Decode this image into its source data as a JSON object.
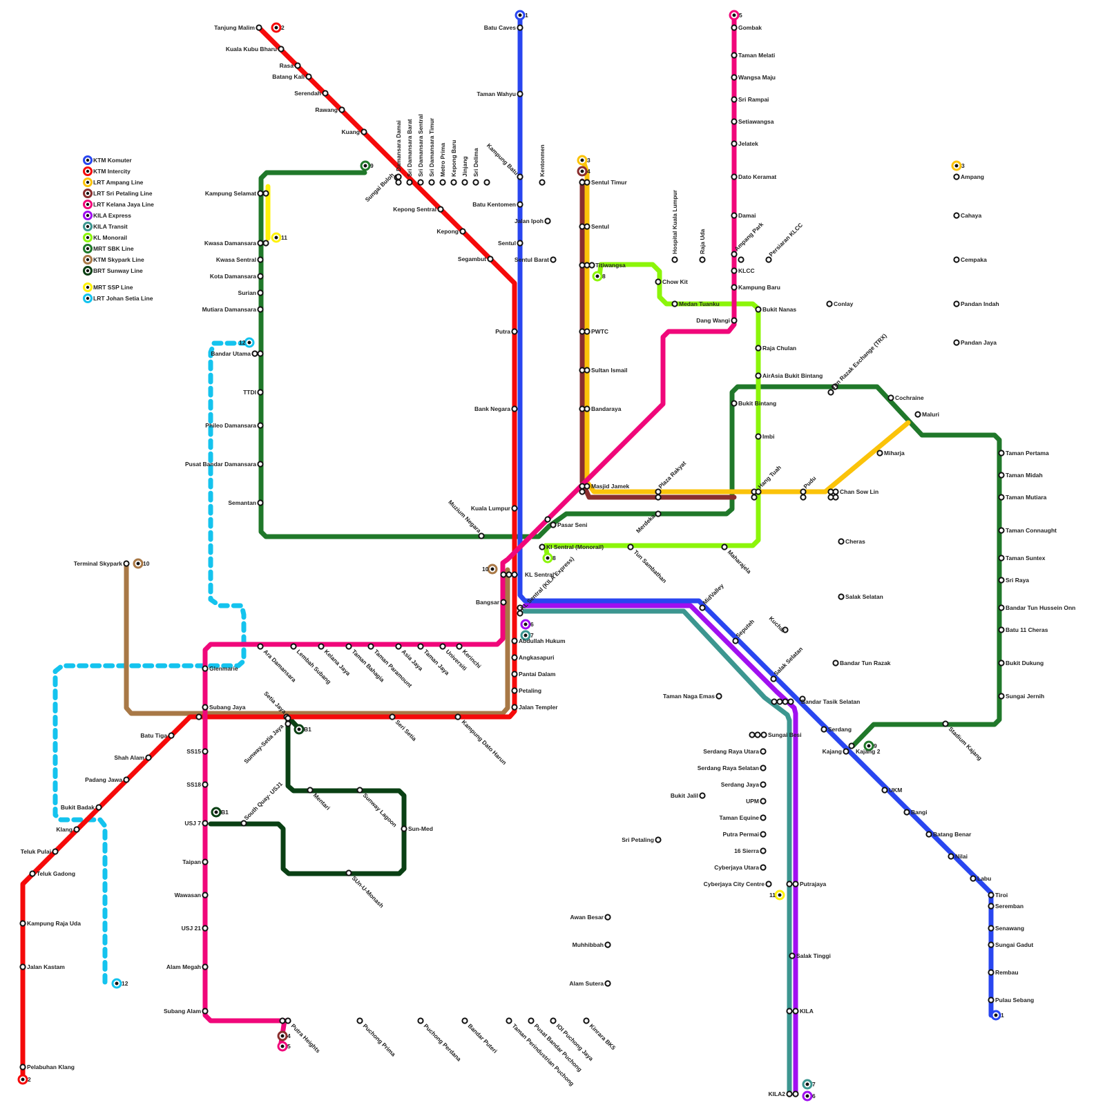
{
  "legend": [
    {
      "label": "KTM Komuter",
      "color": "#2946f0"
    },
    {
      "label": "KTM Intercity",
      "color": "#f50a0a"
    },
    {
      "label": "LRT Ampang Line",
      "color": "#fbc30a"
    },
    {
      "label": "LRT Sri Petaling Line",
      "color": "#8a2e2e"
    },
    {
      "label": "LRT Kelana Jaya Line",
      "color": "#f0077a"
    },
    {
      "label": "KILA Express",
      "color": "#a00ff0"
    },
    {
      "label": "KILA Transit",
      "color": "#3c9690"
    },
    {
      "label": "KL Monorail",
      "color": "#8cf50a"
    },
    {
      "label": "MRT SBK Line",
      "color": "#20782a"
    },
    {
      "label": "KTM Skypark Line",
      "color": "#a87846"
    },
    {
      "label": "BRT Sunway Line",
      "color": "#0a4014"
    },
    {
      "label": "MRT SSP Line",
      "color": "#fff20a"
    },
    {
      "label": "LRT Johan Setia Line",
      "color": "#14c3ee"
    }
  ],
  "terminals": {
    "komuter_top": "1",
    "komuter_bottom": "1",
    "intercity_top": "2",
    "intercity_bottom": "2",
    "ampang_a": "3",
    "ampang_b": "3",
    "sripetaling_a": "4",
    "sripetaling_b": "4",
    "kelana_top": "5",
    "kelana_bottom": "5",
    "kila_ex_a": "6",
    "kila_ex_b": "6",
    "kila_tr_a": "7",
    "kila_tr_b": "7",
    "mono_a": "8",
    "mono_b": "8",
    "sbk_a": "9",
    "sbk_b": "9",
    "skypark_a": "10",
    "skypark_b": "10",
    "brt_a": "B1",
    "brt_b": "B1",
    "ssp_a": "11",
    "ssp_b": "11",
    "js_a": "12",
    "js_b": "12"
  },
  "stations": {
    "tanjung_malim": "Tanjung Malim",
    "kuala_kubu_bharu": "Kuala Kubu Bharu",
    "rasa": "Rasa",
    "batang_kali": "Batang Kali",
    "serendah": "Serendah",
    "rawang": "Rawang",
    "kuang": "Kuang",
    "sungai_buloh": "Sungai Buloh",
    "kepong_sentral": "Kepong Sentral",
    "kepong": "Kepong",
    "segambut": "Segambut",
    "putra": "Putra",
    "bank_negara": "Bank Negara",
    "kuala_lumpur": "Kuala Lumpur",
    "kl_sentral": "KL Sentral",
    "abdullah_hukum": "Abdullah Hukum",
    "angkasapuri": "Angkasapuri",
    "pantai_dalam": "Pantai Dalam",
    "petaling": "Petaling",
    "jalan_templer": "Jalan Templer",
    "kampung_dato_harun": "Kampung Dato Harun",
    "seri_setia": "Seri Setia",
    "setia_jaya": "Setia Jaya",
    "subang_jaya": "Subang Jaya",
    "batu_tiga": "Batu Tiga",
    "shah_alam": "Shah Alam",
    "padang_jawa": "Padang Jawa",
    "bukit_badak": "Bukit Badak",
    "klang": "Klang",
    "teluk_pulai": "Teluk Pulai",
    "teluk_gadong": "Teluk Gadong",
    "kampung_raja_uda": "Kampung Raja Uda",
    "jalan_kastam": "Jalan Kastam",
    "pelabuhan_klang": "Pelabuhan Klang",
    "batu_caves": "Batu Caves",
    "taman_wahyu": "Taman Wahyu",
    "kampung_batu": "Kampung Batu",
    "batu_kentomen": "Batu Kentomen",
    "sentul": "Sentul",
    "mid_valley": "MidValley",
    "seputeh": "Seputeh",
    "salak_selatan": "Salak Selatan",
    "bandar_tasik_selatan": "Bandar Tasik Selatan",
    "serdang": "Serdang",
    "kajang": "Kajang",
    "ukm": "UKM",
    "bangi": "Bangi",
    "batang_benar": "Batang Benar",
    "nilai": "Nilai",
    "labu": "Labu",
    "tiroi": "Tiroi",
    "seremban": "Seremban",
    "senawang": "Senawang",
    "sungai_gadut": "Sungai Gadut",
    "rembau": "Rembau",
    "pulau_sebang": "Pulau Sebang",
    "sentul_timur": "Sentul Timur",
    "sentul_lrt": "Sentul",
    "titiwangsa": "Titiwangsa",
    "pwtc": "PWTC",
    "sultan_ismail": "Sultan Ismail",
    "bandaraya": "Bandaraya",
    "masjid_jamek": "Masjid Jamek",
    "plaza_rakyat": "Plaza Rakyat",
    "hang_tuah": "Hang Tuah",
    "pudu": "Pudu",
    "chan_sow_lin": "Chan Sow Lin",
    "miharja": "Miharja",
    "maluri": "Maluri",
    "pandan_jaya": "Pandan Jaya",
    "pandan_indah": "Pandan Indah",
    "cempaka": "Cempaka",
    "cahaya": "Cahaya",
    "ampang": "Ampang",
    "cheras": "Cheras",
    "salak_selatan_lrt": "Salak Selatan",
    "bandar_tun_razak": "Bandar Tun Razak",
    "sungai_besi": "Sungai Besi",
    "bukit_jalil": "Bukit Jalil",
    "sri_petaling": "Sri Petaling",
    "awan_besar": "Awan Besar",
    "muhhibbah": "Muhhibbah",
    "alam_sutera": "Alam Sutera",
    "kinrara_bk5": "Kinrara BK5",
    "ioi_puchong_jaya": "IOI Puchong Jaya",
    "pusat_bandar_puchong": "Pusat Bandar Puchong",
    "taman_perindustrian_puchong": "Taman Perindustrian Puchong",
    "bandar_puteri": "Bandar Puteri",
    "puchong_perdana": "Puchong Perdana",
    "puchong_prima": "Puchong Prima",
    "putra_heights": "Putra Heights",
    "gombak": "Gombak",
    "taman_melati": "Taman Melati",
    "wangsa_maju": "Wangsa Maju",
    "sri_rampai": "Sri Rampai",
    "setiawangsa": "Setiawangsa",
    "jelatek": "Jelatek",
    "dato_keramat": "Dato Keramat",
    "damai": "Damai",
    "ampang_park": "Ampang Park",
    "klcc": "KLCC",
    "kampung_baru": "Kampung Baru",
    "dang_wangi": "Dang Wangi",
    "pasar_seni": "Pasar Seni",
    "bangsar": "Bangsar",
    "kerinchi": "Kerinchi",
    "universiti": "Universiti",
    "taman_jaya": "Taman Jaya",
    "asia_jaya": "Asia Jaya",
    "taman_paramount": "Taman Paramount",
    "taman_bahagia": "Taman Bahagia",
    "kelana_jaya": "Kelana Jaya",
    "lembah_subang": "Lembah Subang",
    "ara_damansara": "Ara Damansara",
    "glenmarie": "Glenmarie",
    "ss15": "SS15",
    "ss18": "SS18",
    "usj7": "USJ 7",
    "taipan": "Taipan",
    "wawasan": "Wawasan",
    "usj21": "USJ 21",
    "alam_megah": "Alam Megah",
    "subang_alam": "Subang Alam",
    "kl_sentral_kila": "KL Sentral (KILA Express)",
    "putrajaya": "Putrajaya",
    "salak_tinggi": "Salak Tinggi",
    "kila": "KILA",
    "kila2": "KILA2",
    "kl_sentral_mono": "Kl Sentral (Monorail)",
    "tun_sambathan": "Tun Sambathan",
    "maharajela": "Maharajela",
    "imbi": "Imbi",
    "bukit_bintang_mono": "Bukit Bintang",
    "airasia_bukit_bintang": "AirAsia Bukit Bintang",
    "raja_chulan": "Raja Chulan",
    "bukit_nanas": "Bukit Nanas",
    "medan_tuanku": "Medan Tuanku",
    "chow_kit": "Chow Kit",
    "titiwangsa_mono": "Titiwangsa",
    "kwasa_damansara": "Kwasa Damansara",
    "kwasa_sentral": "Kwasa Sentral",
    "kota_damansara": "Kota Damansara",
    "surian": "Surian",
    "mutiara_damansara": "Mutiara Damansara",
    "bandar_utama": "Bandar Utama",
    "ttdi": "TTDI",
    "phileo_damansara": "Phileo Damansara",
    "pusat_bandar_damansara": "Pusat Bandar Damansara",
    "semantan": "Semantan",
    "muzium_negara": "Muzium Negara",
    "merdeka": "Merdeka",
    "bukit_bintang_mrt": "Bukit Bintang",
    "trx": "Tun Razak Exchange (TRX)",
    "cochraine": "Cochraine",
    "taman_pertama": "Taman Pertama",
    "taman_midah": "Taman Midah",
    "taman_mutiara": "Taman Mutiara",
    "taman_connaught": "Taman Connaught",
    "taman_suntex": "Taman Suntex",
    "sri_raya": "Sri Raya",
    "bandar_tun_hussein_onn": "Bandar Tun Hussein Onn",
    "batu_11_cheras": "Batu 11 Cheras",
    "bukit_dukung": "Bukit Dukung",
    "sungai_jernih": "Sungai Jernih",
    "stadium_kajang": "Stadium Kajang",
    "kajang_2": "Kajang 2",
    "kampung_selamat": "Kampung Selamat",
    "terminal_skypark": "Terminal Skypark",
    "sunway_setia_jaya": "Sunway-Setia Jaya",
    "mentari": "Mentari",
    "sunway_lagoon": "Sunway Lagoon",
    "sun_med": "Sun-Med",
    "sun_u_monash": "SUn-U-Monash",
    "south_quay": "South Quay- USJ1",
    "damansara_damai": "Damansara Damai",
    "sri_damansara_barat": "Sri Damansara Barat",
    "sri_damansara_sentral": "Sri Damansara Sentral",
    "sri_damansara_timur": "Sri Damansara Timur",
    "metro_prima": "Metro Prima",
    "kepong_baru": "Kepong Baru",
    "jinjang": "Jinjang",
    "sri_delima": "Sri Delima",
    "kentonmen": "Kentonmen",
    "jalan_ipoh": "Jalan Ipoh",
    "sentul_barat": "Sentul Barat",
    "titiwangsa_ssp": "Titiwangsa",
    "hospital_kl": "Hospital Kuala Lumpur",
    "raja_uda": "Raja Uda",
    "persiaran_klcc": "Persiaran KLCC",
    "conlay": "Conlay",
    "kuchai": "Kuchai",
    "taman_naga_emas": "Taman Naga Emas",
    "serdang_raya_utara": "Serdang Raya Utara",
    "serdang_raya_selatan": "Serdang Raya Selatan",
    "serdang_jaya": "Serdang Jaya",
    "upm": "UPM",
    "taman_equine": "Taman Equine",
    "putra_permai": "Putra Permai",
    "sixteen_sierra": "16 Sierra",
    "cyberjaya_utara": "Cyberjaya Utara",
    "cyberjaya_city_centre": "Cyberjaya City Centre"
  }
}
